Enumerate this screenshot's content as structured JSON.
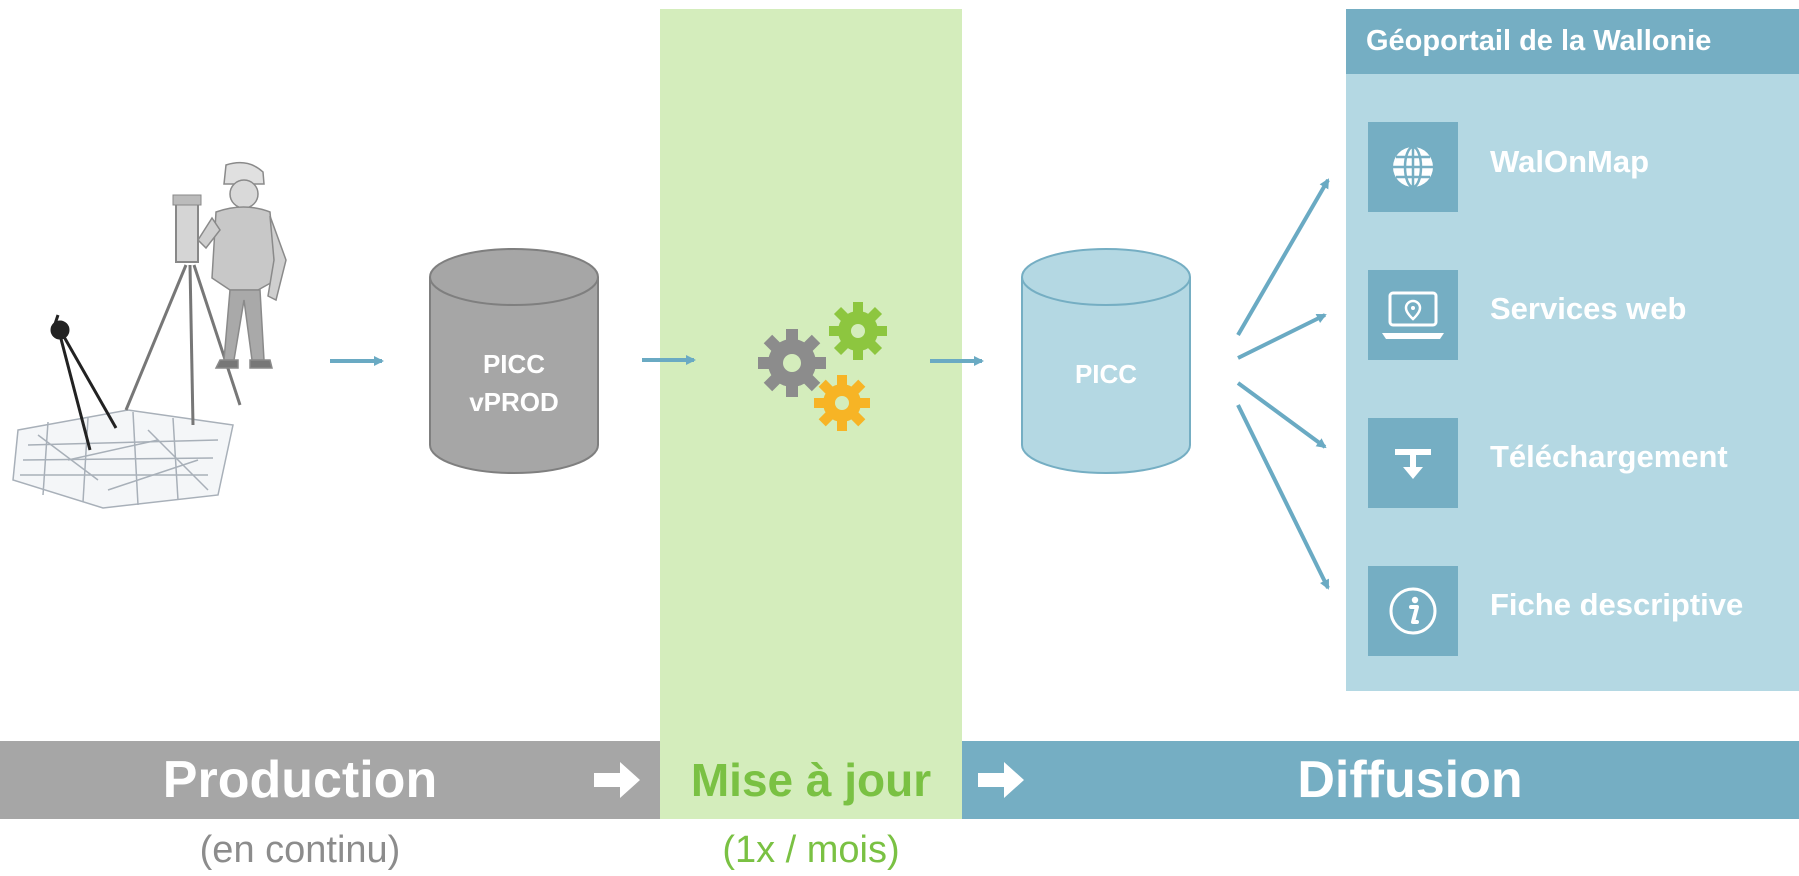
{
  "phases": {
    "production": {
      "label": "Production",
      "sub": "(en continu)"
    },
    "update": {
      "label": "Mise à jour",
      "sub": "(1x / mois)"
    },
    "diffusion": {
      "label": "Diffusion"
    }
  },
  "databases": {
    "production_db": {
      "line1": "PICC",
      "line2": "vPROD"
    },
    "published_db": {
      "label": "PICC"
    }
  },
  "geoportail": {
    "title": "Géoportail de la Wallonie",
    "services": [
      {
        "label": "WalOnMap",
        "icon": "globe-icon"
      },
      {
        "label": "Services web",
        "icon": "laptop-location-icon"
      },
      {
        "label": "Téléchargement",
        "icon": "download-icon"
      },
      {
        "label": "Fiche descriptive",
        "icon": "info-icon"
      }
    ]
  },
  "colors": {
    "production": "#a6a6a6",
    "update_bg": "#d4edbc",
    "update_text": "#7ac143",
    "diffusion": "#75aec3",
    "panel": "#b4d8e3",
    "flow_arrow": "#6aaac3"
  }
}
